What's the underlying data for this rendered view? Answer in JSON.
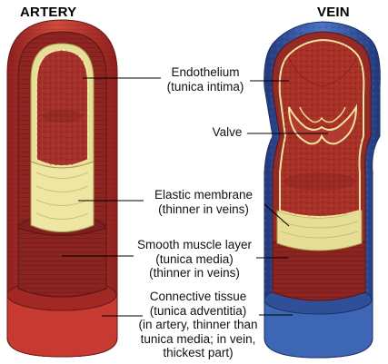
{
  "headings": {
    "artery": "ARTERY",
    "vein": "VEIN"
  },
  "labels": {
    "endothelium": [
      "Endothelium",
      "(tunica intima)"
    ],
    "valve": [
      "Valve"
    ],
    "elastic": [
      "Elastic membrane",
      "(thinner in veins)"
    ],
    "smooth_muscle": [
      "Smooth muscle layer",
      "(tunica media)",
      "(thinner in veins)"
    ],
    "connective": [
      "Connective tissue",
      "(tunica adventitia)",
      "(in artery, thinner than",
      "tunica media; in vein,",
      "thickest part)"
    ]
  },
  "colors": {
    "tissue_red": "#b4302c",
    "tissue_dark": "#7a1e1c",
    "lumen_red": "#9a2a26",
    "elastic_yellow": "#e6de97",
    "vein_blue": "#3b62b0",
    "vein_blue_dark": "#253f7d",
    "leader_line": "#000000"
  }
}
